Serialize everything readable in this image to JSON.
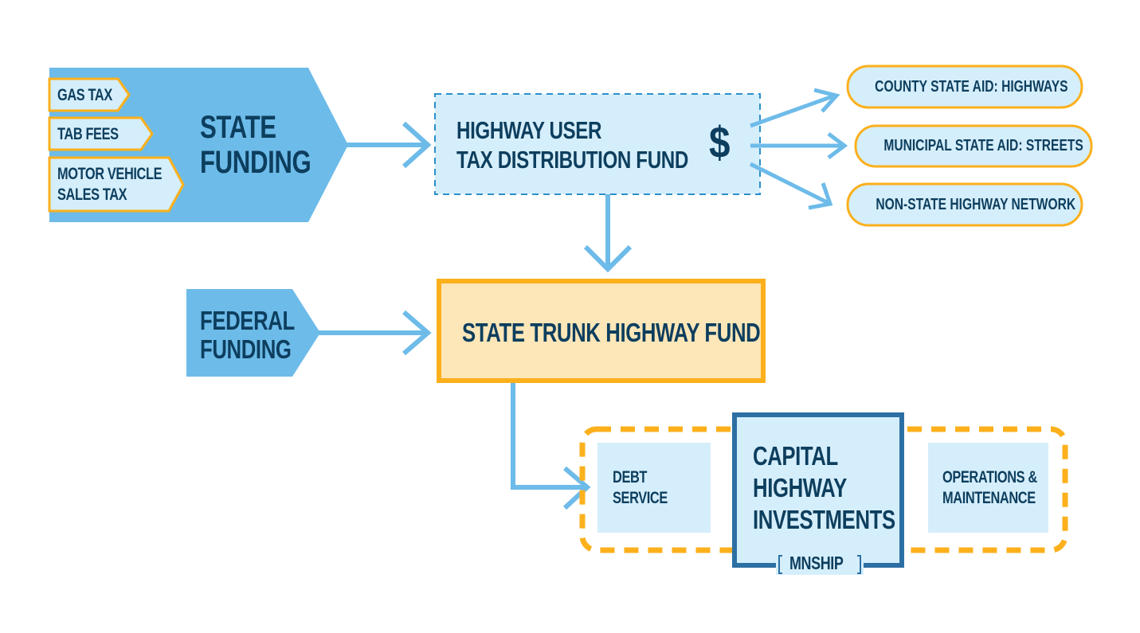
{
  "colors": {
    "arrow_blue": "#6dbbe9",
    "light_blue_fill": "#d5eefb",
    "dashed_blue_border": "#2b8fcb",
    "orange": "#fbb01c",
    "pale_orange_fill": "#fde6b8",
    "dark_blue_border": "#2c6fa3",
    "text_navy": "#0d3e5e"
  },
  "state_funding": {
    "title_line1": "STATE",
    "title_line2": "FUNDING",
    "sources": [
      {
        "label_line1": "GAS TAX",
        "label_line2": ""
      },
      {
        "label_line1": "TAB FEES",
        "label_line2": ""
      },
      {
        "label_line1": "MOTOR VEHICLE",
        "label_line2": "SALES TAX"
      }
    ]
  },
  "federal_funding": {
    "title_line1": "FEDERAL",
    "title_line2": "FUNDING"
  },
  "hutdf": {
    "title_line1": "HIGHWAY USER",
    "title_line2": "TAX DISTRIBUTION FUND",
    "icon": "dollar-icon",
    "symbol": "$"
  },
  "distributions": [
    {
      "label": "COUNTY STATE AID: HIGHWAYS"
    },
    {
      "label": "MUNICIPAL STATE AID: STREETS"
    },
    {
      "label": "NON-STATE HIGHWAY NETWORK"
    }
  ],
  "trunk_fund": {
    "title": "STATE TRUNK HIGHWAY FUND"
  },
  "uses": {
    "debt_service_line1": "DEBT",
    "debt_service_line2": "SERVICE",
    "capital_line1": "CAPITAL",
    "capital_line2": "HIGHWAY",
    "capital_line3": "INVESTMENTS",
    "capital_tag": "MNSHIP",
    "operations_line1": "OPERATIONS &",
    "operations_line2": "MAINTENANCE"
  }
}
